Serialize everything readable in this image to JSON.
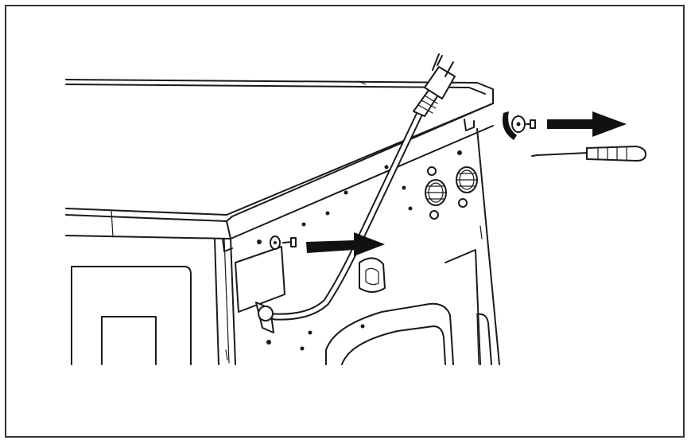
{
  "figure": {
    "description_visible_text": "",
    "colors": {
      "line": "#1a1a1a",
      "arrow": "#111111",
      "frame": "#333333",
      "background": "#ffffff"
    },
    "icons": [
      "washer-rear-panel",
      "power-cord-plug",
      "screw-washer",
      "phillips-screwdriver",
      "direction-arrow"
    ]
  }
}
